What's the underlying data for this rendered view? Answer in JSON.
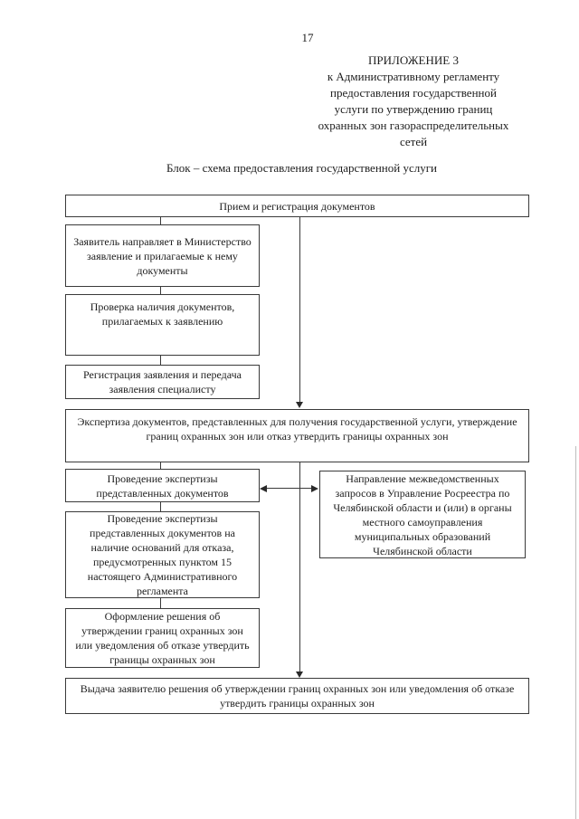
{
  "page": {
    "number": "17",
    "header": {
      "lines": [
        "ПРИЛОЖЕНИЕ 3",
        "к Административному регламенту",
        "предоставления государственной",
        "услуги по утверждению границ",
        "охранных зон газораспределительных",
        "сетей"
      ]
    },
    "subtitle": "Блок – схема предоставления государственной услуги"
  },
  "flowchart": {
    "nodes": {
      "reception": "Прием и регистрация документов",
      "applicant_submission": "Заявитель направляет в Министерство заявление и прилагаемые к нему документы",
      "documents_check": "Проверка наличия документов, прилагаемых к заявлению",
      "registration": "Регистрация заявления и передача заявления специалисту",
      "expertise": "Экспертиза документов, представленных для получения государственной услуги, утверждение границ охранных зон или отказ утвердить границы охранных зон",
      "expertise_conduct": "Проведение экспертизы представленных документов",
      "expertise_refusal_grounds": "Проведение экспертизы представленных документов на наличие оснований для отказа, предусмотренных пунктом 15 настоящего Административного регламента",
      "interagency_requests": "Направление межведомственных запросов в Управление Росреестра по Челябинской области и (или) в органы местного самоуправления муниципальных образований Челябинской области",
      "decision_drafting": "Оформление решения об утверждении границ охранных зон или уведомления об отказе утвердить границы охранных зон",
      "issuance": "Выдача заявителю решения об утверждении границ охранных зон или уведомления об отказе утвердить границы охранных зон"
    }
  },
  "colors": {
    "ink": "#1d1d1d",
    "border": "#3a3a3a",
    "background": "#ffffff",
    "scan_artifact": "#bdbdbd"
  }
}
